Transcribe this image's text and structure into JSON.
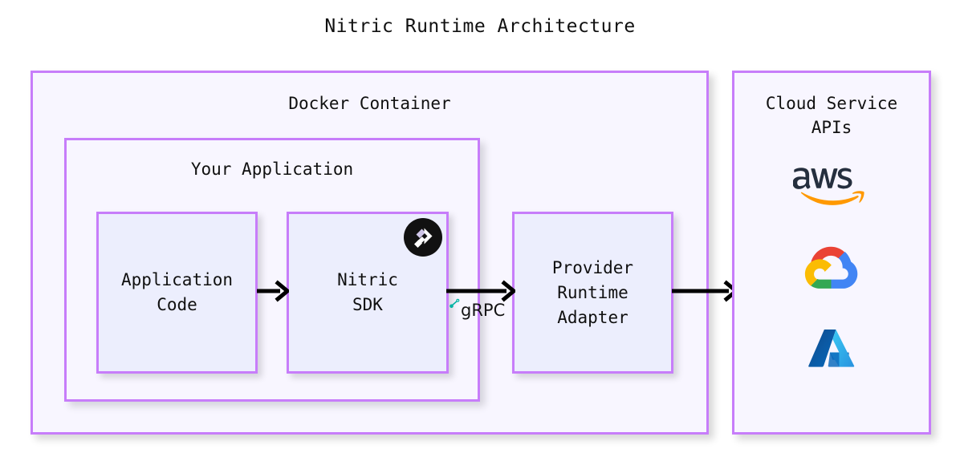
{
  "diagram": {
    "title": "Nitric Runtime Architecture",
    "type": "architecture-diagram",
    "palette": {
      "border": "#c77dfa",
      "container_fill": "#f8f6ff",
      "leaf_fill": "#eceefd",
      "text": "#101010",
      "arrow": "#000000",
      "grpc_accent": "#00b3a4",
      "aws_text": "#252f3e",
      "aws_smile": "#ff9900",
      "gcp_red": "#ea4335",
      "gcp_yellow": "#fbbc04",
      "gcp_green": "#34a853",
      "gcp_blue": "#4285f4",
      "azure_dark": "#0f6cbd",
      "azure_light": "#50c4f5"
    }
  },
  "containers": {
    "docker": {
      "label": "Docker Container",
      "name": "docker-container"
    },
    "your_application": {
      "label": "Your Application",
      "name": "your-application"
    },
    "cloud": {
      "label": "Cloud Service\nAPIs",
      "label_line1": "Cloud Service",
      "label_line2": "APIs",
      "name": "cloud-service-apis"
    }
  },
  "nodes": [
    {
      "id": "application-code",
      "label": "Application\nCode",
      "line1": "Application",
      "line2": "Code"
    },
    {
      "id": "nitric-sdk",
      "label": "Nitric\nSDK",
      "line1": "Nitric",
      "line2": "SDK",
      "badge": "nitric-logo"
    },
    {
      "id": "provider-runtime-adapter",
      "label": "Provider\nRuntime\nAdapter",
      "line1": "Provider",
      "line2": "Runtime",
      "line3": "Adapter"
    }
  ],
  "arrows": [
    {
      "id": "arrow-code-to-sdk",
      "from": "application-code",
      "to": "nitric-sdk",
      "label": ""
    },
    {
      "id": "arrow-sdk-to-adapter",
      "from": "nitric-sdk",
      "to": "provider-runtime-adapter",
      "label": "gRPC"
    },
    {
      "id": "arrow-adapter-to-cloud",
      "from": "provider-runtime-adapter",
      "to": "cloud-service-apis",
      "label": ""
    }
  ],
  "grpc": {
    "label": "gRPC",
    "icon": "grpc-logo-icon"
  },
  "cloud_providers": [
    {
      "id": "aws",
      "name": "aws",
      "icon": "aws-logo-icon"
    },
    {
      "id": "gcp",
      "name": "Google Cloud",
      "icon": "google-cloud-logo-icon"
    },
    {
      "id": "azure",
      "name": "Azure",
      "icon": "azure-logo-icon"
    }
  ]
}
